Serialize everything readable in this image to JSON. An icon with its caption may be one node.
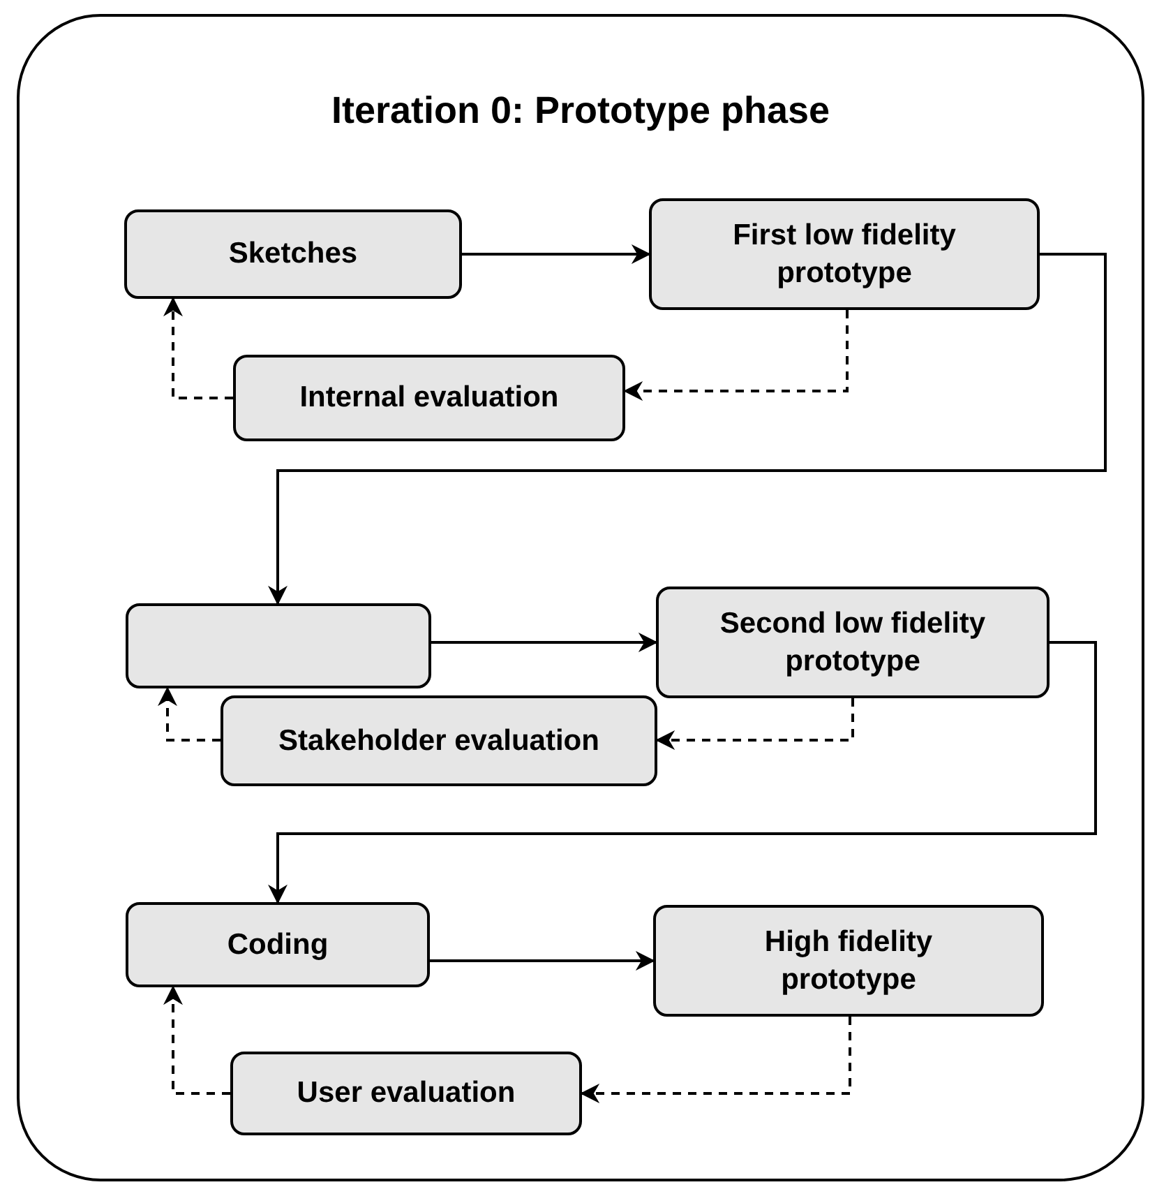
{
  "diagram": {
    "nodes": [
      {
        "text": [
          "Iteration 0: Prototype phase"
        ]
      },
      {
        "text": [
          "Sketches"
        ],
        "in": 0
      },
      {
        "text": [
          "First low fidelity prototype"
        ],
        "in": 0
      },
      {
        "text": [
          "Internal evaluation"
        ],
        "in": 0
      },
      {
        "text": [],
        "shape": "box",
        "in": 0
      },
      {
        "text": [
          "Second low fidelity prototype"
        ],
        "in": 0
      },
      {
        "text": [
          "Stakeholder evaluation"
        ],
        "in": 0
      },
      {
        "text": [
          "Coding"
        ],
        "in": 0
      },
      {
        "text": [
          "High fidelity prototype"
        ],
        "in": 0
      },
      {
        "text": [
          "User evaluation"
        ],
        "in": 0
      }
    ],
    "edges": [
      {
        "from": 1,
        "to": 2,
        "arrow": "to"
      },
      {
        "from": 2,
        "to": 3,
        "arrow": "to",
        "style": "dashed"
      },
      {
        "from": 3,
        "to": 1,
        "arrow": "to",
        "style": "dashed"
      },
      {
        "from": 2,
        "to": 4,
        "arrow": "to"
      },
      {
        "from": 4,
        "to": 5,
        "arrow": "to"
      },
      {
        "from": 5,
        "to": 6,
        "arrow": "to",
        "style": "dashed"
      },
      {
        "from": 6,
        "to": 4,
        "arrow": "to",
        "style": "dashed"
      },
      {
        "from": 5,
        "to": 7,
        "arrow": "to"
      },
      {
        "from": 7,
        "to": 8,
        "arrow": "to"
      },
      {
        "from": 8,
        "to": 9,
        "arrow": "to",
        "style": "dashed"
      },
      {
        "from": 9,
        "to": 7,
        "arrow": "to",
        "style": "dashed"
      }
    ]
  }
}
